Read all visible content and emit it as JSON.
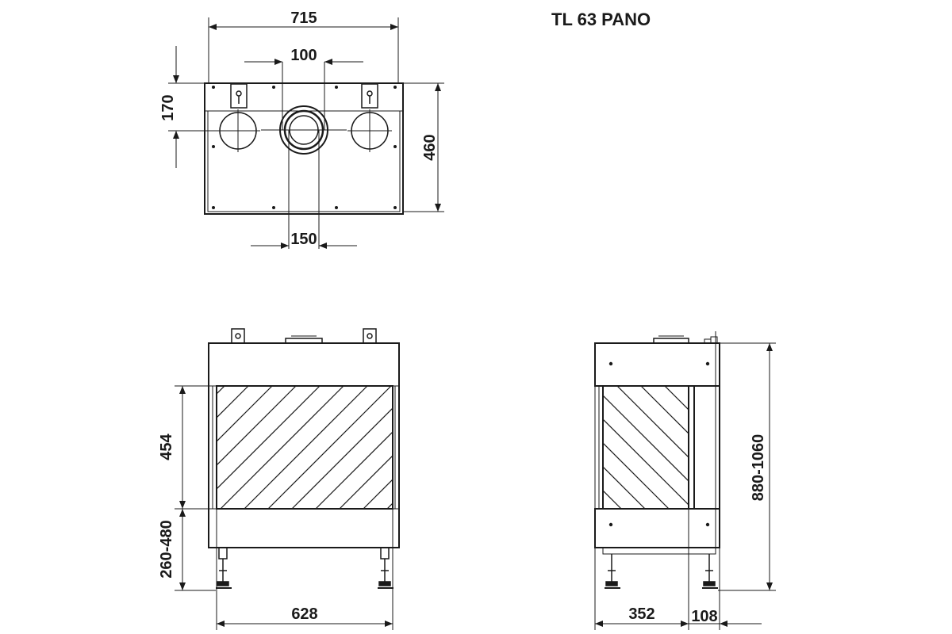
{
  "title": "TL 63 PANO",
  "top_view": {
    "width": "715",
    "flue_offset": "100",
    "depth_offset": "170",
    "depth": "460",
    "flue_diameter": "150"
  },
  "front_view": {
    "glass_height": "454",
    "base_height": "260-480",
    "width": "628"
  },
  "side_view": {
    "total_height": "880-1060",
    "depth": "352",
    "offset": "108"
  }
}
